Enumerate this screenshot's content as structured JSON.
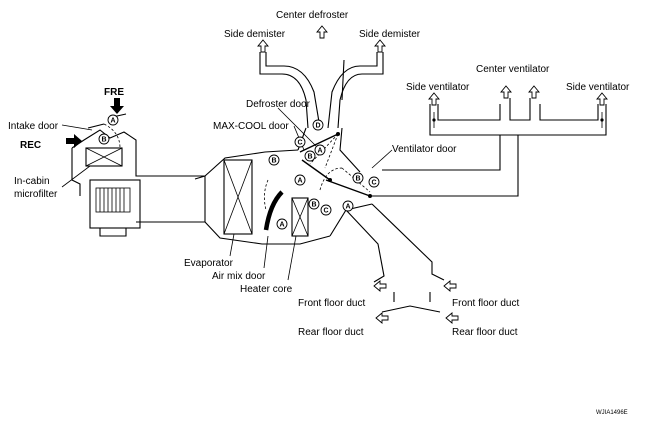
{
  "labels": {
    "center_defroster": "Center defroster",
    "side_demister_left": "Side demister",
    "side_demister_right": "Side demister",
    "fre": "FRE",
    "intake_door": "Intake door",
    "rec": "REC",
    "in_cabin": "In-cabin",
    "microfilter": "microfilter",
    "defroster_door": "Defroster door",
    "max_cool_door": "MAX-COOL door",
    "center_ventilator": "Center ventilator",
    "side_ventilator_left": "Side ventilator",
    "side_ventilator_right": "Side ventilator",
    "ventilator_door": "Ventilator door",
    "evaporator": "Evaporator",
    "air_mix_door": "Air mix door",
    "heater_core": "Heater core",
    "front_floor_duct_left": "Front floor duct",
    "front_floor_duct_right": "Front floor duct",
    "rear_floor_duct_left": "Rear floor duct",
    "rear_floor_duct_right": "Rear floor duct",
    "ref_code": "WJIA1496E"
  },
  "badges": {
    "a": "A",
    "b": "B",
    "c": "C",
    "d": "D"
  }
}
